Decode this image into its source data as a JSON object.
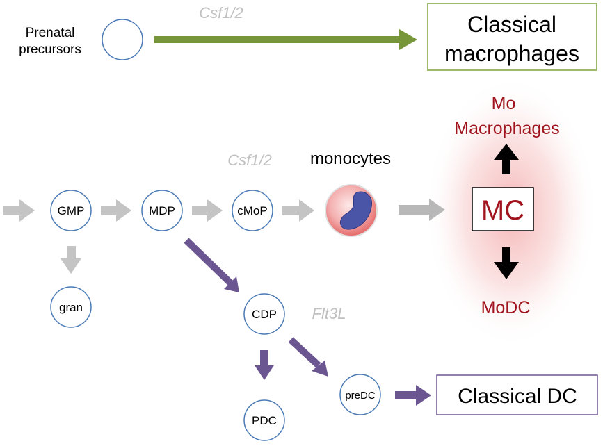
{
  "prenatal": {
    "line1": "Prenatal",
    "line2": "precursors"
  },
  "growth_factors": {
    "top": "Csf1/2",
    "middle": "Csf1/2",
    "dc": "Flt3L"
  },
  "classical_macrophages": {
    "line1": "Classical",
    "line2": "macrophages"
  },
  "nodes": {
    "gmp": "GMP",
    "mdp": "MDP",
    "cmop": "cMoP",
    "gran": "gran",
    "cdp": "CDP",
    "pdc": "PDC",
    "predc": "preDC"
  },
  "monocytes_label": "monocytes",
  "mc": {
    "label": "MC",
    "up_line1": "Mo",
    "up_line2": "Macrophages",
    "down": "MoDC"
  },
  "classical_dc": "Classical DC",
  "colors": {
    "green_arrow": "#77963a",
    "purple_arrow": "#6c5691",
    "gray_arrow": "#c4c4c4",
    "node_border": "#4a7ab5",
    "mc_text": "#a0141e",
    "glow": "#f4b6b6",
    "monocyte_nucleus": "#4a55a8"
  }
}
